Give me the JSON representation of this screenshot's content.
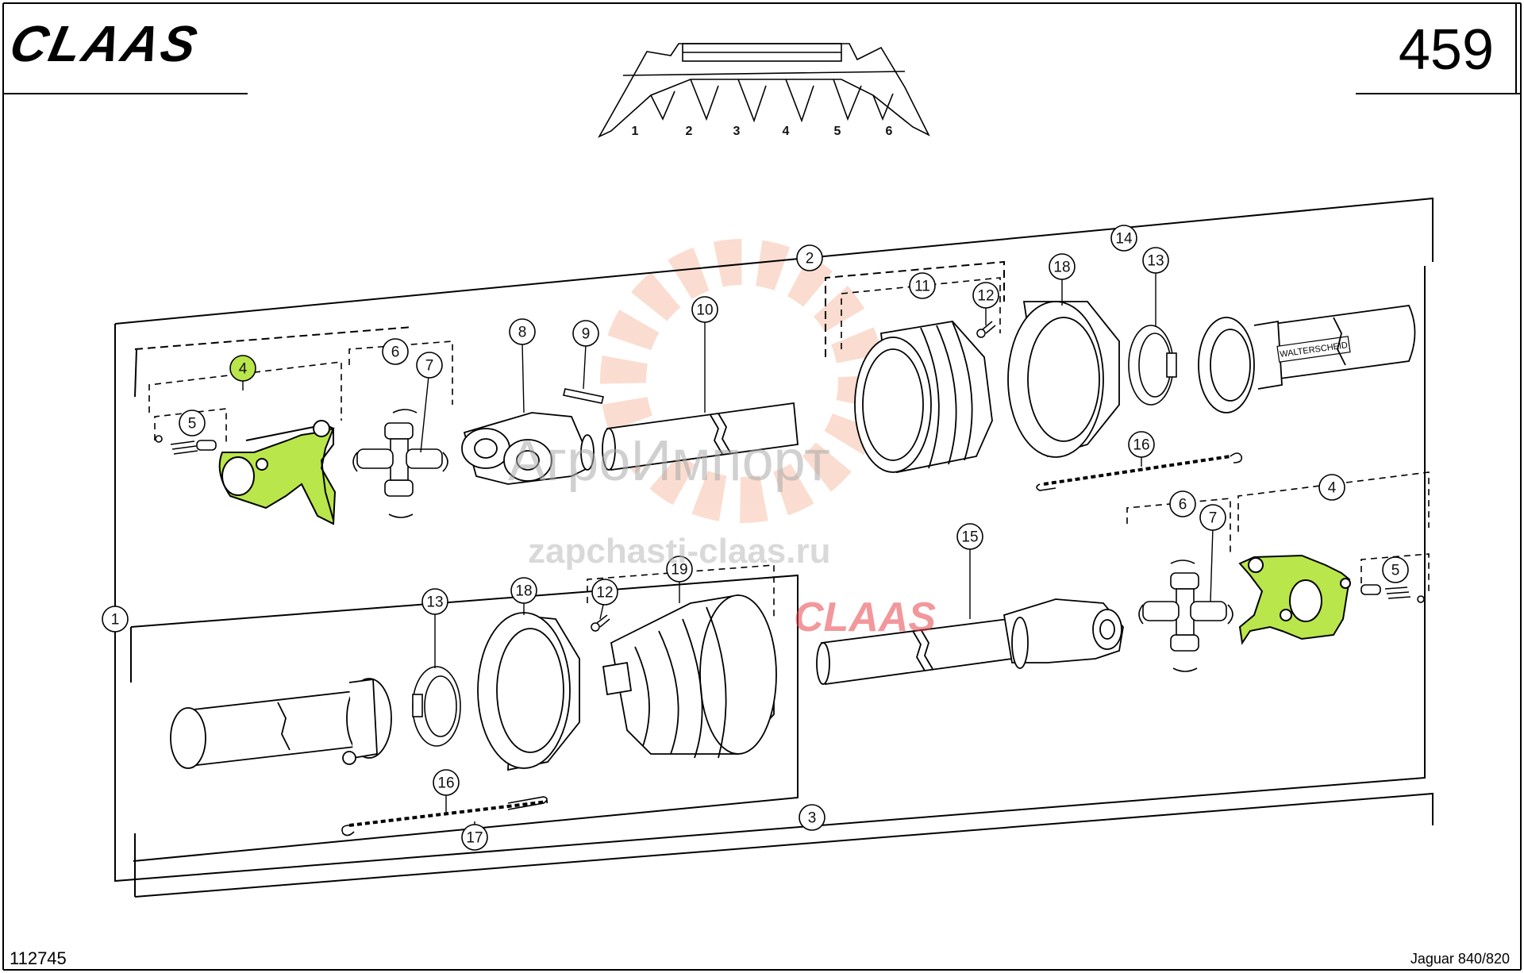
{
  "header": {
    "brand": "CLAAS",
    "page_number": "459"
  },
  "footer": {
    "drawing_number": "112745",
    "model": "Jaguar 840/820"
  },
  "header_icon": {
    "row_labels": [
      "1",
      "2",
      "3",
      "4",
      "5",
      "6"
    ]
  },
  "watermark": {
    "line1": "АгроИмпорт",
    "line2": "zapchasti-claas.ru",
    "logo": "CLAAS"
  },
  "highlight_color": "#b9e64a",
  "callouts": [
    {
      "id": "c1",
      "label": "1"
    },
    {
      "id": "c2",
      "label": "2"
    },
    {
      "id": "c3",
      "label": "3"
    },
    {
      "id": "c4a",
      "label": "4",
      "highlighted": true
    },
    {
      "id": "c4b",
      "label": "4"
    },
    {
      "id": "c5a",
      "label": "5"
    },
    {
      "id": "c5b",
      "label": "5"
    },
    {
      "id": "c6a",
      "label": "6"
    },
    {
      "id": "c6b",
      "label": "6"
    },
    {
      "id": "c7a",
      "label": "7"
    },
    {
      "id": "c7b",
      "label": "7"
    },
    {
      "id": "c8",
      "label": "8"
    },
    {
      "id": "c9",
      "label": "9"
    },
    {
      "id": "c10",
      "label": "10"
    },
    {
      "id": "c11",
      "label": "11"
    },
    {
      "id": "c12a",
      "label": "12"
    },
    {
      "id": "c12b",
      "label": "12"
    },
    {
      "id": "c13a",
      "label": "13"
    },
    {
      "id": "c13b",
      "label": "13"
    },
    {
      "id": "c14",
      "label": "14"
    },
    {
      "id": "c15",
      "label": "15"
    },
    {
      "id": "c16a",
      "label": "16"
    },
    {
      "id": "c16b",
      "label": "16"
    },
    {
      "id": "c17",
      "label": "17"
    },
    {
      "id": "c18a",
      "label": "18"
    },
    {
      "id": "c18b",
      "label": "18"
    },
    {
      "id": "c19",
      "label": "19"
    }
  ]
}
